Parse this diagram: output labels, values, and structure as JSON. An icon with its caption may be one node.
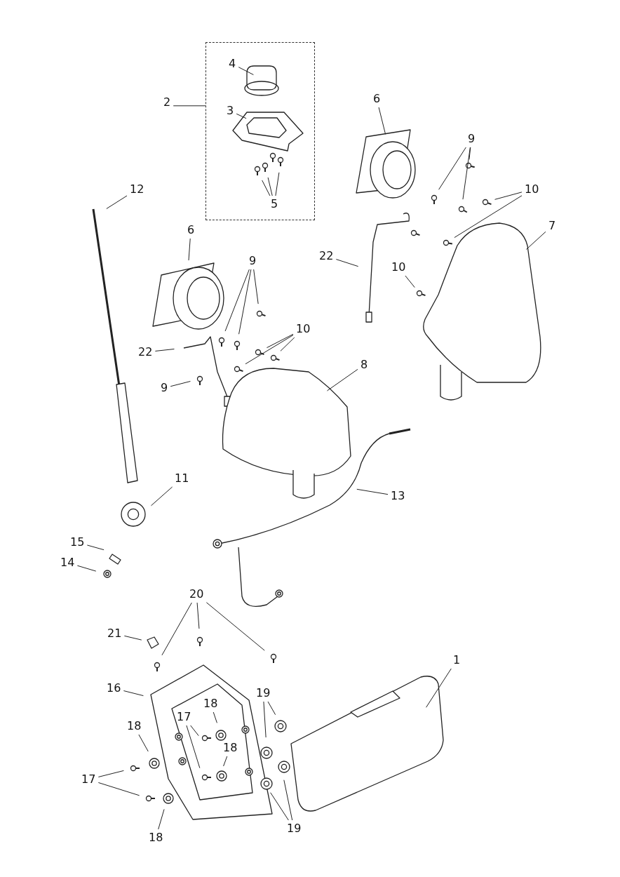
{
  "diagram": {
    "nodes": [
      {
        "text": [],
        "shape": "box"
      },
      {
        "text": [
          "4"
        ],
        "in": 0
      },
      {
        "text": [
          "3"
        ],
        "in": 0
      },
      {
        "text": [
          "2"
        ]
      },
      {
        "text": [
          "5"
        ],
        "in": 0
      },
      {
        "text": [
          "6"
        ]
      },
      {
        "text": [
          "9"
        ]
      },
      {
        "text": [
          "12"
        ]
      },
      {
        "text": [
          "10"
        ]
      },
      {
        "text": [
          "7"
        ]
      },
      {
        "text": [
          "6"
        ]
      },
      {
        "text": [
          "9"
        ]
      },
      {
        "text": [
          "22"
        ]
      },
      {
        "text": [
          "10"
        ]
      },
      {
        "text": [
          "10"
        ]
      },
      {
        "text": [
          "22"
        ]
      },
      {
        "text": [
          "8"
        ]
      },
      {
        "text": [
          "9"
        ]
      },
      {
        "text": [
          "11"
        ]
      },
      {
        "text": [
          "13"
        ]
      },
      {
        "text": [
          "15"
        ]
      },
      {
        "text": [
          "14"
        ]
      },
      {
        "text": [
          "20"
        ]
      },
      {
        "text": [
          "1"
        ]
      },
      {
        "text": [
          "21"
        ]
      },
      {
        "text": [
          "16"
        ]
      },
      {
        "text": [
          "19"
        ]
      },
      {
        "text": [
          "18"
        ]
      },
      {
        "text": [
          "17"
        ]
      },
      {
        "text": [
          "18"
        ]
      },
      {
        "text": [
          "18"
        ]
      },
      {
        "text": [
          "17"
        ]
      },
      {
        "text": [
          "19"
        ]
      },
      {
        "text": [
          "18"
        ]
      }
    ],
    "edges": [
      {
        "from": 1,
        "to": null,
        "arrow": "none"
      },
      {
        "from": 2,
        "to": null,
        "arrow": "none"
      },
      {
        "from": 3,
        "to": 0,
        "arrow": "none"
      },
      {
        "from": 4,
        "to": null,
        "arrow": "none"
      },
      {
        "from": 4,
        "to": null,
        "arrow": "none"
      },
      {
        "from": 4,
        "to": null,
        "arrow": "none"
      },
      {
        "from": 5,
        "to": null,
        "arrow": "none"
      },
      {
        "from": 6,
        "to": null,
        "arrow": "none"
      },
      {
        "from": 6,
        "to": null,
        "arrow": "none"
      },
      {
        "from": 6,
        "to": null,
        "arrow": "none"
      },
      {
        "from": 7,
        "to": null,
        "arrow": "none"
      },
      {
        "from": 8,
        "to": null,
        "arrow": "none"
      },
      {
        "from": 8,
        "to": null,
        "arrow": "none"
      },
      {
        "from": 9,
        "to": null,
        "arrow": "none"
      },
      {
        "from": 10,
        "to": null,
        "arrow": "none"
      },
      {
        "from": 11,
        "to": null,
        "arrow": "none"
      },
      {
        "from": 11,
        "to": null,
        "arrow": "none"
      },
      {
        "from": 11,
        "to": null,
        "arrow": "none"
      },
      {
        "from": 12,
        "to": null,
        "arrow": "none"
      },
      {
        "from": 13,
        "to": null,
        "arrow": "none"
      },
      {
        "from": 14,
        "to": null,
        "arrow": "none"
      },
      {
        "from": 14,
        "to": null,
        "arrow": "none"
      },
      {
        "from": 14,
        "to": null,
        "arrow": "none"
      },
      {
        "from": 15,
        "to": null,
        "arrow": "none"
      },
      {
        "from": 16,
        "to": null,
        "arrow": "none"
      },
      {
        "from": 17,
        "to": null,
        "arrow": "none"
      },
      {
        "from": 18,
        "to": null,
        "arrow": "none"
      },
      {
        "from": 19,
        "to": null,
        "arrow": "none"
      },
      {
        "from": 20,
        "to": null,
        "arrow": "none"
      },
      {
        "from": 21,
        "to": null,
        "arrow": "none"
      },
      {
        "from": 22,
        "to": null,
        "arrow": "none"
      },
      {
        "from": 22,
        "to": null,
        "arrow": "none"
      },
      {
        "from": 22,
        "to": null,
        "arrow": "none"
      },
      {
        "from": 23,
        "to": null,
        "arrow": "none"
      },
      {
        "from": 24,
        "to": null,
        "arrow": "none"
      },
      {
        "from": 25,
        "to": null,
        "arrow": "none"
      },
      {
        "from": 26,
        "to": null,
        "arrow": "none"
      },
      {
        "from": 26,
        "to": null,
        "arrow": "none"
      },
      {
        "from": 27,
        "to": null,
        "arrow": "none"
      },
      {
        "from": 28,
        "to": null,
        "arrow": "none"
      },
      {
        "from": 28,
        "to": null,
        "arrow": "none"
      },
      {
        "from": 29,
        "to": null,
        "arrow": "none"
      },
      {
        "from": 30,
        "to": null,
        "arrow": "none"
      },
      {
        "from": 31,
        "to": null,
        "arrow": "none"
      },
      {
        "from": 31,
        "to": null,
        "arrow": "none"
      },
      {
        "from": 32,
        "to": null,
        "arrow": "none"
      },
      {
        "from": 32,
        "to": null,
        "arrow": "none"
      },
      {
        "from": 33,
        "to": null,
        "arrow": "none"
      }
    ]
  }
}
